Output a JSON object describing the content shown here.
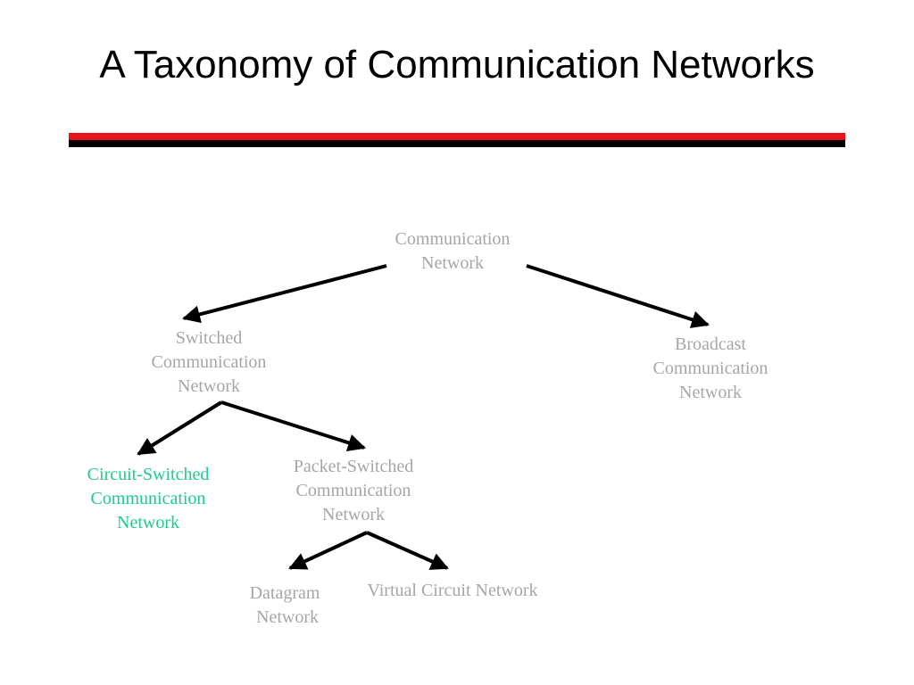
{
  "title": "A Taxonomy of Communication Networks",
  "colors": {
    "rule_top": "#e8141c",
    "rule_bottom": "#000000",
    "node_text": "#a6a6a6",
    "highlight_text": "#1fcb8b",
    "arrow": "#000000"
  },
  "nodes": {
    "root": {
      "lines": [
        "Communication",
        "Network"
      ]
    },
    "switched": {
      "lines": [
        "Switched",
        "Communication",
        "Network"
      ]
    },
    "broadcast": {
      "lines": [
        "Broadcast",
        "Communication",
        "Network"
      ]
    },
    "circuit": {
      "lines": [
        "Circuit-Switched",
        "Communication",
        "Network"
      ]
    },
    "packet": {
      "lines": [
        "Packet-Switched",
        "Communication",
        "Network"
      ]
    },
    "datagram": {
      "lines": [
        "Datagram",
        "Network"
      ]
    },
    "virtual": {
      "lines": [
        "Virtual Circuit Network"
      ]
    }
  },
  "edges": [
    {
      "from": "root",
      "to": "switched"
    },
    {
      "from": "root",
      "to": "broadcast"
    },
    {
      "from": "switched",
      "to": "circuit"
    },
    {
      "from": "switched",
      "to": "packet"
    },
    {
      "from": "packet",
      "to": "datagram"
    },
    {
      "from": "packet",
      "to": "virtual"
    }
  ]
}
